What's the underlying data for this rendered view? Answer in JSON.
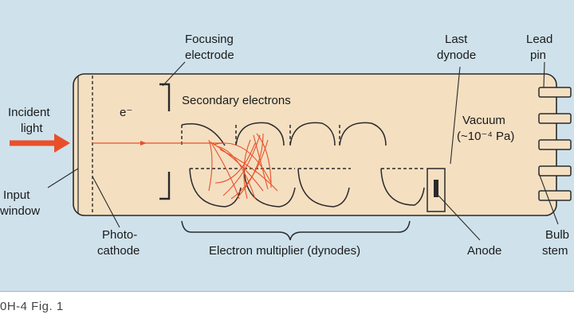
{
  "labels": {
    "focusing_electrode_1": "Focusing",
    "focusing_electrode_2": "electrode",
    "last_dynode_1": "Last",
    "last_dynode_2": "dynode",
    "lead_pin_1": "Lead",
    "lead_pin_2": "pin",
    "incident_light_1": "Incident",
    "incident_light_2": "light",
    "electron_symbol": "e⁻",
    "secondary_electrons": "Secondary electrons",
    "vacuum_1": "Vacuum",
    "vacuum_2": "(~10⁻⁴ Pa)",
    "input_window_1": "Input",
    "input_window_2": "window",
    "photocathode_1": "Photo-",
    "photocathode_2": "cathode",
    "electron_multiplier": "Electron multiplier (dynodes)",
    "anode": "Anode",
    "bulb_stem_1": "Bulb",
    "bulb_stem_2": "stem"
  },
  "caption": "0H-4  Fig. 1",
  "colors": {
    "panel": "#cfe2ec",
    "tube_body": "#f4dfc1",
    "outline": "#2a2a2a",
    "beam": "#e8502a",
    "pin": "#f4dfc1"
  }
}
